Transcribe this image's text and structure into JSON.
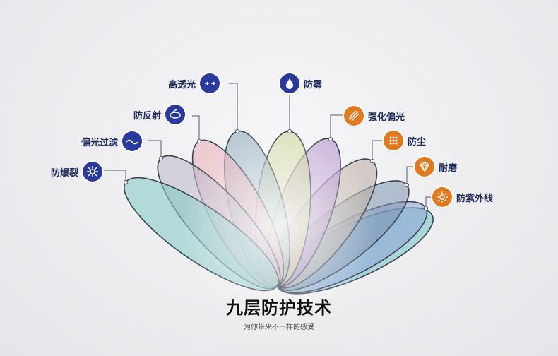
{
  "title": "九层防护技术",
  "subtitle": "为你带来不一样的感受",
  "colors": {
    "left_icon": "#2a3a9c",
    "right_icon": "#e07a20",
    "label_text": "#1f2a5a"
  },
  "layers": [
    {
      "label": "防爆裂",
      "icon": "burst-icon",
      "lens_color": "#7fc9c4",
      "side": "left"
    },
    {
      "label": "偏光过滤",
      "icon": "wave-icon",
      "lens_color": "#b9b6c7",
      "side": "left"
    },
    {
      "label": "防反射",
      "icon": "reflection-icon",
      "lens_color": "#e7aab3",
      "side": "left"
    },
    {
      "label": "高透光",
      "icon": "light-pass-icon",
      "lens_color": "#8ba6b8",
      "side": "left"
    },
    {
      "label": "防雾",
      "icon": "drop-icon",
      "lens_color": "#c9cf8c",
      "side": "left"
    },
    {
      "label": "强化偏光",
      "icon": "stripes-icon",
      "lens_color": "#ad88cb",
      "side": "right"
    },
    {
      "label": "防尘",
      "icon": "dots-grid-icon",
      "lens_color": "#b8aa9c",
      "side": "right"
    },
    {
      "label": "耐磨",
      "icon": "diamond-icon",
      "lens_color": "#7c93ad",
      "side": "right"
    },
    {
      "label": "防紫外线",
      "icon": "sun-icon",
      "lens_color": "#8ea2d6",
      "side": "right"
    }
  ],
  "extra_lens_color": "#6fc3c9"
}
